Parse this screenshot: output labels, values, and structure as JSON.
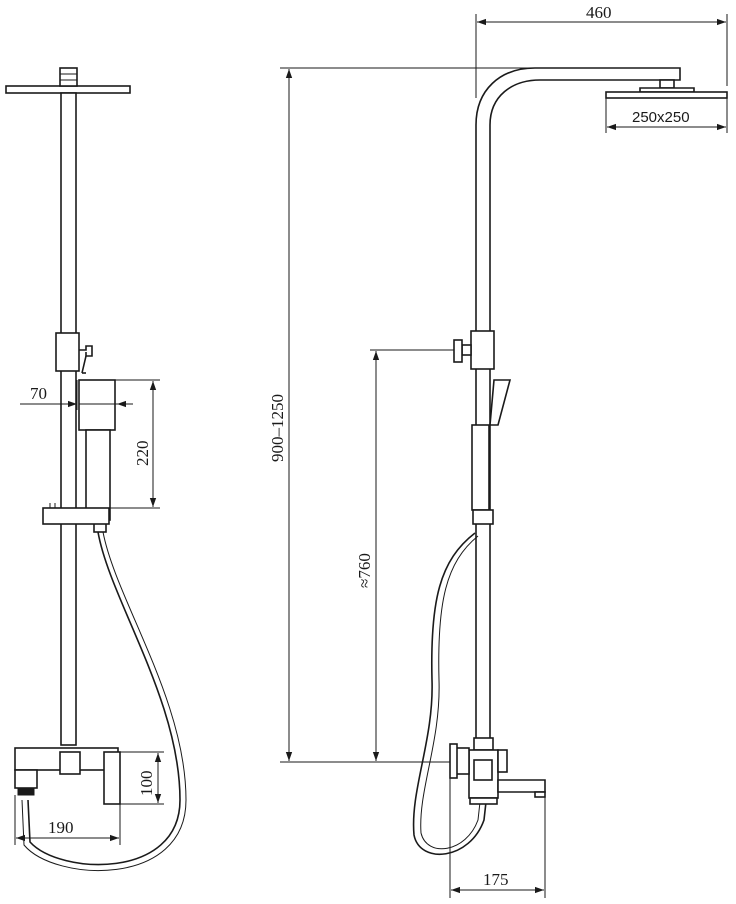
{
  "dimensions": {
    "d_70": "70",
    "d_220": "220",
    "d_190": "190",
    "d_100": "100",
    "d_460": "460",
    "d_250x250": "250x250",
    "d_900_1250": "900–1250",
    "d_760": "≈760",
    "d_175": "175"
  },
  "colors": {
    "line": "#1a1a1a",
    "background": "#ffffff"
  }
}
